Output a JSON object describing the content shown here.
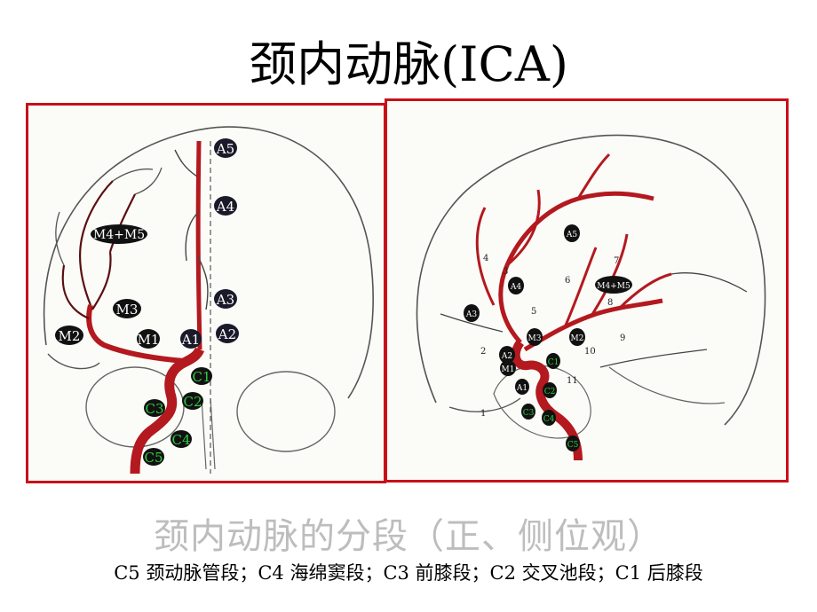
{
  "title": "颈内动脉(ICA)",
  "subtitle": "颈内动脉的分段（正、侧位观）",
  "caption": "C5 颈动脉管段；C4 海绵窦段；C3 前膝段；C2 交叉池段；C1 后膝段",
  "colors": {
    "frame": "#c8101a",
    "vessel": "#b3191e",
    "label_bg": "#111111",
    "c_label_text": "#2ecc40",
    "subtitle": "#bdbdbd"
  },
  "front_view": {
    "labels": [
      "A5",
      "A4",
      "M4+M5",
      "A3",
      "M3",
      "M2",
      "M1",
      "A1",
      "A2",
      "C1",
      "C2",
      "C3",
      "C4",
      "C5"
    ]
  },
  "lateral_view": {
    "labels": [
      "A5",
      "A4",
      "A3",
      "M4+M5",
      "M3",
      "M2",
      "A2",
      "M1",
      "A1",
      "C1",
      "C2",
      "C3",
      "C4",
      "C5"
    ],
    "numbers": [
      "1",
      "2",
      "3",
      "4",
      "5",
      "6",
      "7",
      "8",
      "9",
      "10",
      "11"
    ]
  }
}
